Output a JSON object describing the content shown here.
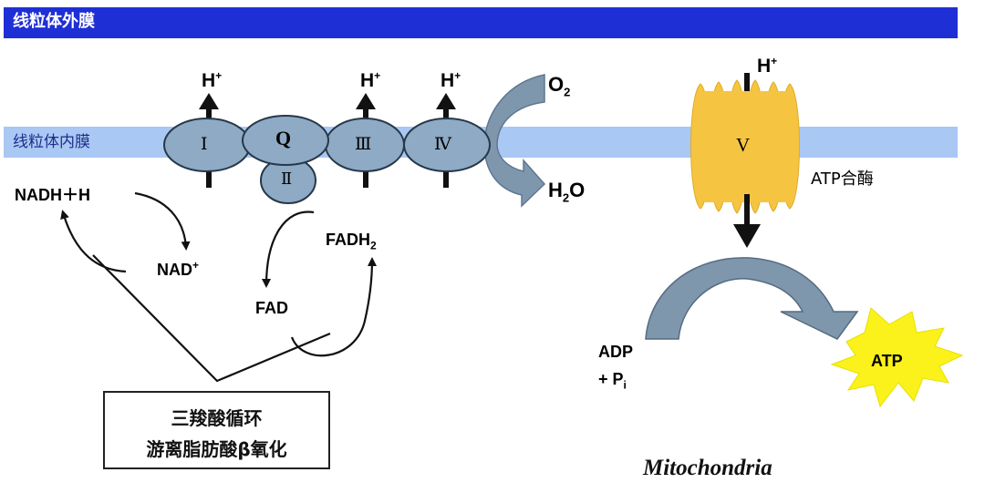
{
  "membranes": {
    "outer_label": "线粒体外膜",
    "inner_label": "线粒体内膜"
  },
  "complexes": {
    "c1": "Ⅰ",
    "q": "Q",
    "c2": "Ⅱ",
    "c3": "Ⅲ",
    "c4": "Ⅳ",
    "c5": "V"
  },
  "protons": {
    "h1": "H",
    "h2": "H",
    "h3": "H",
    "h4": "H",
    "sup": "+"
  },
  "oxygen": {
    "o2_main": "O",
    "o2_sub": "2",
    "h2o_h": "H",
    "h2o_sub": "2",
    "h2o_o": "O"
  },
  "electron_carriers": {
    "nadh": "NADH＋H",
    "nad": "NAD",
    "nad_sup": "+",
    "fadh2_main": "FADH",
    "fadh2_sub": "2",
    "fad": "FAD"
  },
  "source_box": {
    "line1": "三羧酸循环",
    "line2": "游离脂肪酸β氧化"
  },
  "atp_synthase": {
    "label": "ATP合酶",
    "adp": "ADP",
    "pi_plus": "+ P",
    "pi_sub": "i",
    "atp": "ATP"
  },
  "caption": "Mitochondria",
  "colors": {
    "outer_membrane": "#1f2fd6",
    "inner_membrane": "#a9c8f4",
    "complex_fill": "#8eaac4",
    "synthase_fill": "#f5c542",
    "arrow_gray": "#7f97ad",
    "atp_star": "#fbf21c"
  }
}
